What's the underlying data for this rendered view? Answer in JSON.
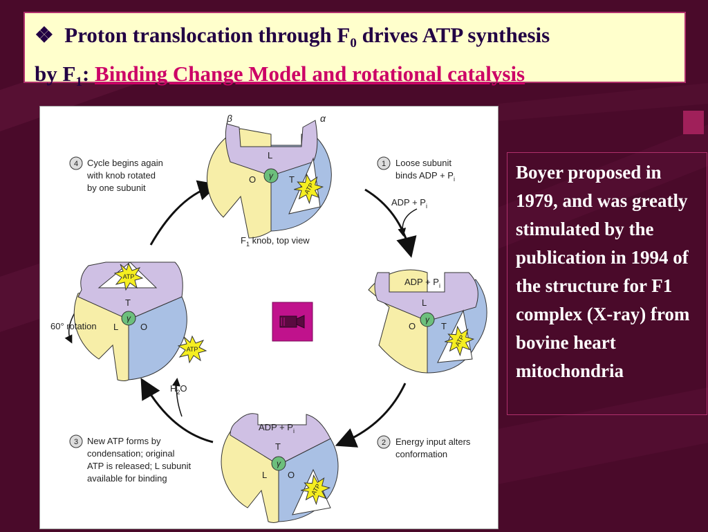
{
  "title": {
    "bullet": "❖",
    "line1_part1": "Proton translocation through F",
    "line1_sub": "0",
    "line1_part2": " drives ATP synthesis",
    "line2_part1": "by F",
    "line2_sub": "1",
    "line2_colon": ": ",
    "link_text": "Binding Change Model and rotational catalysis"
  },
  "side_text": "Boyer proposed in 1979, and was greatly stimulated by the publication in 1994 of the structure for F1 complex (X-ray) from bovine heart mitochondria",
  "figure": {
    "beta_label": "β",
    "alpha_label": "α",
    "gamma": "γ",
    "caption_pre": "F",
    "caption_sub": "1",
    "caption_post": " knob, top view",
    "steps": [
      {
        "num": "1",
        "lines": [
          "Loose subunit",
          "binds ADP + P"
        ],
        "sub": "i"
      },
      {
        "num": "2",
        "lines": [
          "Energy input alters",
          "conformation"
        ]
      },
      {
        "num": "3",
        "lines": [
          "New ATP forms by",
          "condensation; original",
          "ATP is released; L subunit",
          "available for binding"
        ]
      },
      {
        "num": "4",
        "lines": [
          "Cycle begins again",
          "with knob rotated",
          "by one subunit"
        ]
      }
    ],
    "adp_pi": "ADP + P",
    "pi_sub": "i",
    "atp": "ATP",
    "rotation": "60° rotation",
    "h2o_pre": "H",
    "h2o_sub": "2",
    "h2o_post": "O",
    "subunits": {
      "L": "L",
      "O": "O",
      "T": "T"
    }
  },
  "colors": {
    "background": "#4a0a2a",
    "title_bg": "#ffffcc",
    "link": "#cc0066",
    "lavender": "#cfc0e4",
    "yellow": "#f7eea8",
    "blue": "#a9c0e4",
    "gamma_green": "#6cbf7c",
    "starburst": "#f5ee20",
    "camera_icon_bg": "#c0128c"
  }
}
